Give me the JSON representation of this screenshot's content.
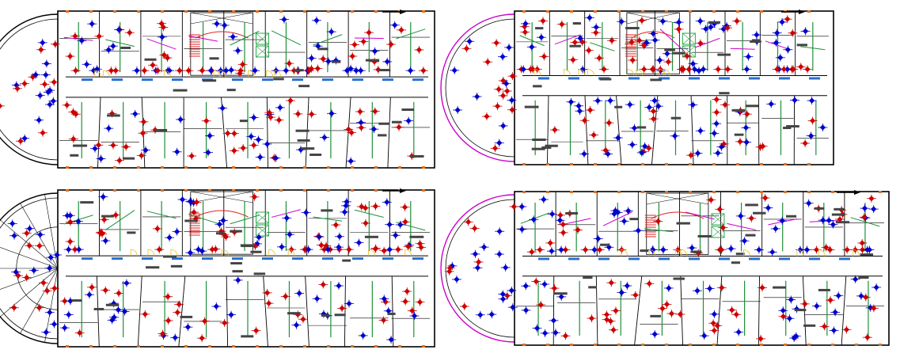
{
  "drawing": {
    "plans": [
      {
        "id": "plan-top-left",
        "wing": "round-left",
        "north_arrow": true,
        "stair": true,
        "lift_core": true
      },
      {
        "id": "plan-top-right",
        "wing": "round-left-open",
        "north_arrow": true,
        "stair": true,
        "lift_core": true
      },
      {
        "id": "plan-bottom-left",
        "wing": "round-left-radial",
        "north_arrow": true,
        "stair": true,
        "lift_core": true
      },
      {
        "id": "plan-bottom-right",
        "wing": "round-left-open",
        "north_arrow": true,
        "stair": true,
        "lift_core": true
      }
    ],
    "colors": {
      "wall": "#000000",
      "supply_diffuser": "#0000cc",
      "return_diffuser": "#cc0000",
      "duct_green": "#1f8f3a",
      "duct_magenta": "#cc00cc",
      "column_orange": "#e07020",
      "lift_green": "#2aa84a",
      "stair_red": "#dd2222",
      "door_yellow": "#e8c020",
      "room_tag": "#444444"
    },
    "symbols": [
      "supply-diffuser-icon",
      "return-diffuser-icon",
      "north-arrow-icon"
    ]
  }
}
